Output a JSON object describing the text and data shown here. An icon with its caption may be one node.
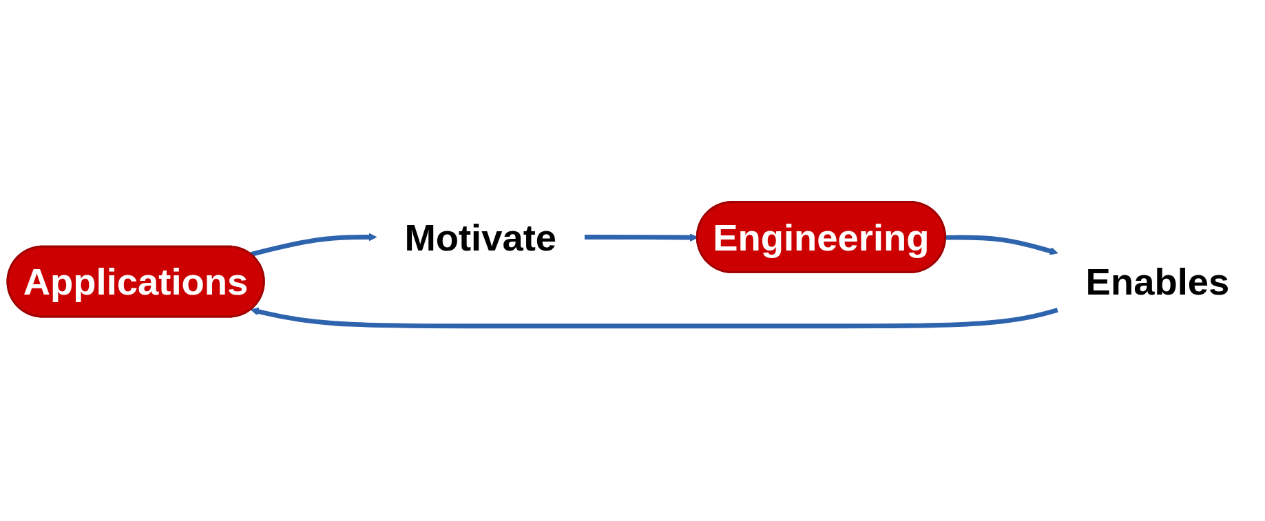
{
  "diagram": {
    "nodes": [
      {
        "text": [
          "Applications"
        ]
      },
      {
        "text": [
          "Motivate"
        ]
      },
      {
        "text": [
          "Engineering"
        ]
      },
      {
        "text": [
          "Enables"
        ]
      }
    ],
    "edges": [
      {
        "from": 0,
        "to": 1,
        "arrow": "to"
      },
      {
        "from": 1,
        "to": 2,
        "arrow": "to"
      },
      {
        "from": 2,
        "to": 3,
        "arrow": "to"
      },
      {
        "from": 3,
        "to": 0,
        "arrow": "to"
      }
    ]
  }
}
